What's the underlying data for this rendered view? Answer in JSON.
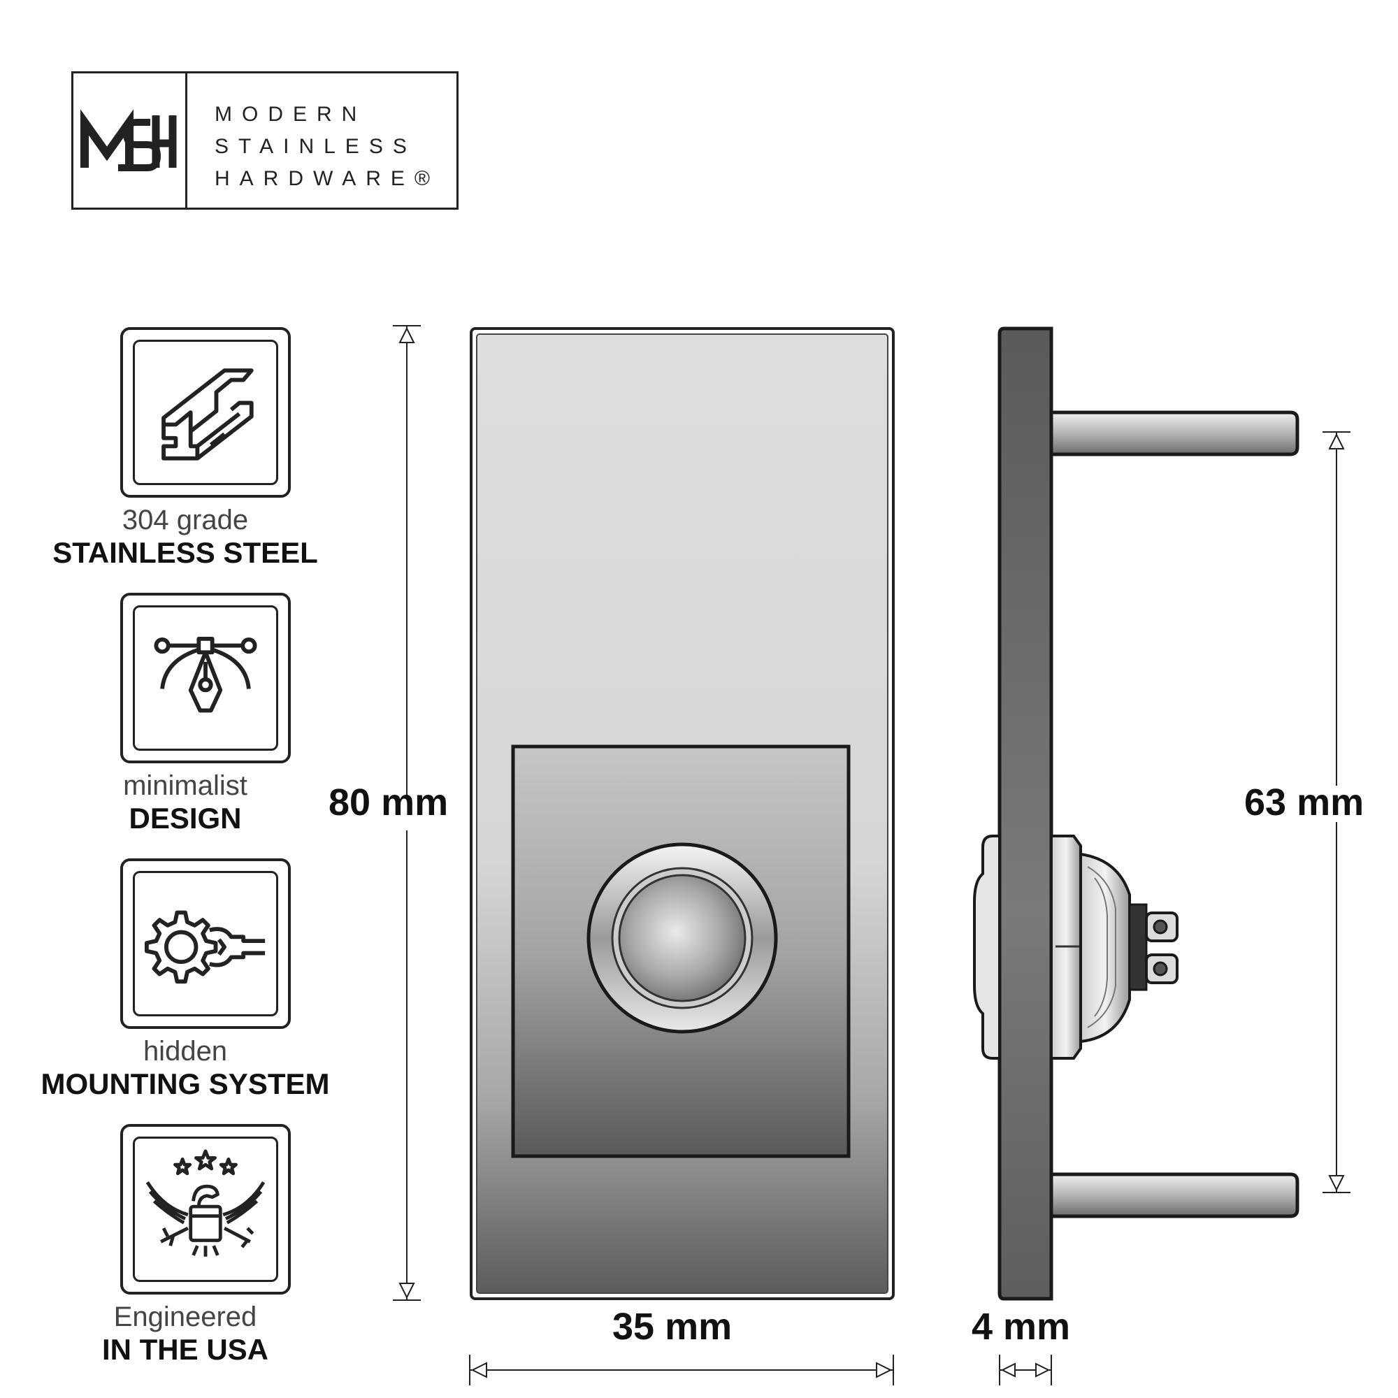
{
  "brand": {
    "monogram": "MSH",
    "lines": [
      "MODERN",
      "STAINLESS",
      "HARDWARE®"
    ]
  },
  "features": [
    {
      "icon": "steel-beam-icon",
      "sub": "304 grade",
      "main": "STAINLESS STEEL"
    },
    {
      "icon": "pen-tool-icon",
      "sub": "minimalist",
      "main": "DESIGN"
    },
    {
      "icon": "gear-wrench-icon",
      "sub": "hidden",
      "main": "MOUNTING SYSTEM"
    },
    {
      "icon": "eagle-emblem-icon",
      "sub": "Engineered",
      "main": "IN THE USA"
    }
  ],
  "dimensions": {
    "height": "80 mm",
    "width": "35 mm",
    "depth": "4 mm",
    "post_spacing": "63 mm"
  },
  "colors": {
    "outline": "#222222",
    "plate_light": "#dcdcdc",
    "plate_dark": "#6a6a6a",
    "side_dark": "#555555"
  }
}
